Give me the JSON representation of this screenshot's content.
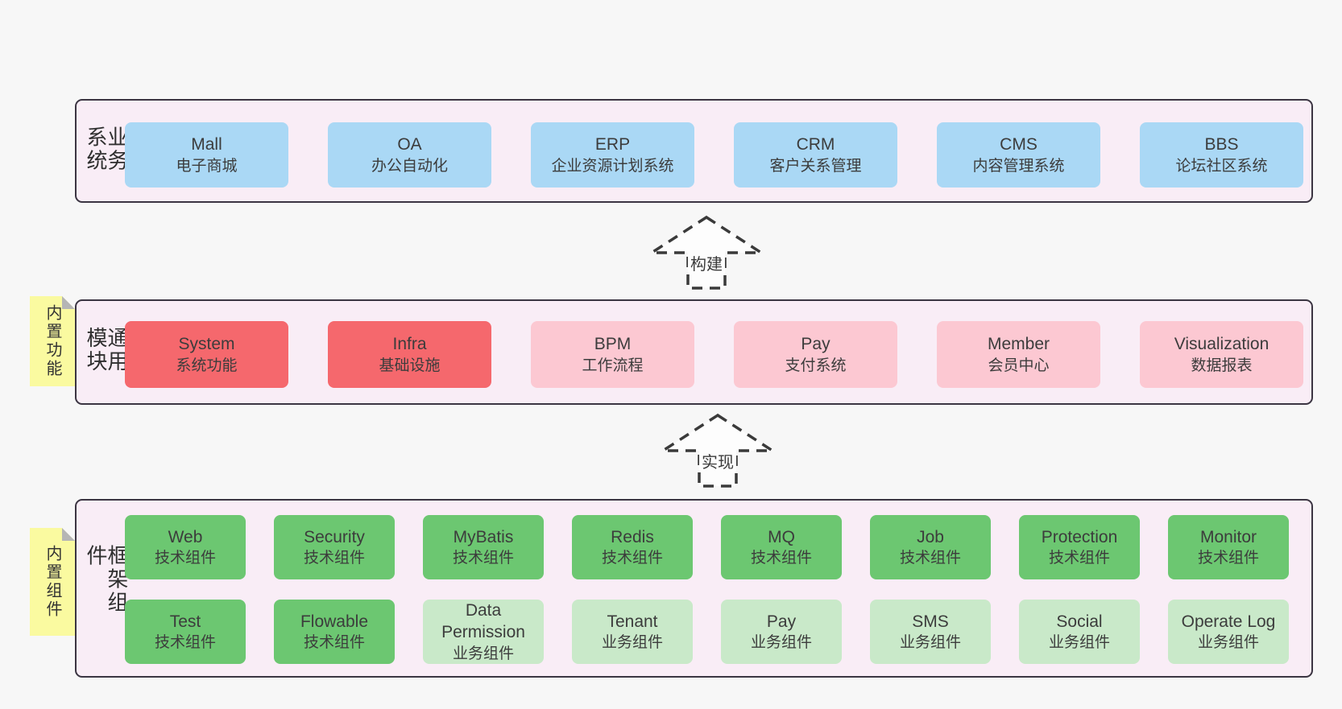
{
  "colors": {
    "background": "#f7f7f7",
    "panel_bg": "#f9edf6",
    "panel_border": "#3b3542",
    "blue": "#aad8f5",
    "red": "#f5686d",
    "pink": "#fcc8d2",
    "green": "#6cc771",
    "light_green": "#c9e9c9",
    "sticky_yellow": "#fafaa0",
    "fold_gray": "#b5b5b5",
    "text": "#3c3c3c"
  },
  "arrows": [
    {
      "label": "构建"
    },
    {
      "label": "实现"
    }
  ],
  "layers": [
    {
      "side_label": "业务系统",
      "boxes": [
        {
          "name": "Mall",
          "desc": "电子商城"
        },
        {
          "name": "OA",
          "desc": "办公自动化"
        },
        {
          "name": "ERP",
          "desc": "企业资源计划系统"
        },
        {
          "name": "CRM",
          "desc": "客户关系管理"
        },
        {
          "name": "CMS",
          "desc": "内容管理系统"
        },
        {
          "name": "BBS",
          "desc": "论坛社区系统"
        }
      ]
    },
    {
      "side_label": "通用模块",
      "sticky_note": "内置功能",
      "boxes": [
        {
          "name": "System",
          "desc": "系统功能"
        },
        {
          "name": "Infra",
          "desc": "基础设施"
        },
        {
          "name": "BPM",
          "desc": "工作流程"
        },
        {
          "name": "Pay",
          "desc": "支付系统"
        },
        {
          "name": "Member",
          "desc": "会员中心"
        },
        {
          "name": "Visualization",
          "desc": "数据报表"
        }
      ]
    },
    {
      "side_label": "框架组件",
      "sticky_note": "内置组件",
      "rows": [
        [
          {
            "name": "Web",
            "desc": "技术组件"
          },
          {
            "name": "Security",
            "desc": "技术组件"
          },
          {
            "name": "MyBatis",
            "desc": "技术组件"
          },
          {
            "name": "Redis",
            "desc": "技术组件"
          },
          {
            "name": "MQ",
            "desc": "技术组件"
          },
          {
            "name": "Job",
            "desc": "技术组件"
          },
          {
            "name": "Protection",
            "desc": "技术组件"
          },
          {
            "name": "Monitor",
            "desc": "技术组件"
          }
        ],
        [
          {
            "name": "Test",
            "desc": "技术组件"
          },
          {
            "name": "Flowable",
            "desc": "技术组件"
          },
          {
            "name": "Data Permission",
            "desc": "业务组件"
          },
          {
            "name": "Tenant",
            "desc": "业务组件"
          },
          {
            "name": "Pay",
            "desc": "业务组件"
          },
          {
            "name": "SMS",
            "desc": "业务组件"
          },
          {
            "name": "Social",
            "desc": "业务组件"
          },
          {
            "name": "Operate Log",
            "desc": "业务组件"
          }
        ]
      ]
    }
  ]
}
